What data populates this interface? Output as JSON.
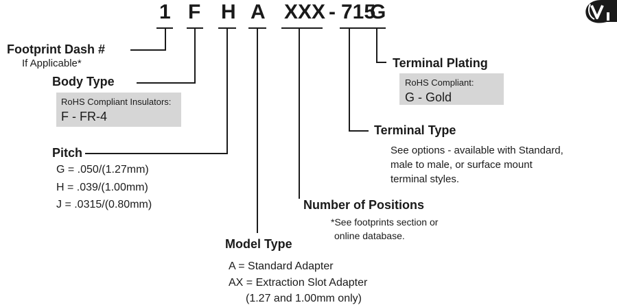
{
  "code": {
    "parts": [
      "1",
      "F",
      "H",
      "A",
      "XXX",
      "-",
      "715",
      "G"
    ]
  },
  "footprint": {
    "title": "Footprint Dash #",
    "note": "If Applicable*"
  },
  "body_type": {
    "title": "Body Type",
    "box_caption": "RoHS Compliant Insulators:",
    "box_value": "F - FR-4"
  },
  "pitch": {
    "title": "Pitch",
    "options": [
      "G = .050/(1.27mm)",
      "H = .039/(1.00mm)",
      "J = .0315/(0.80mm)"
    ]
  },
  "model_type": {
    "title": "Model Type",
    "options": [
      "A = Standard Adapter",
      "AX = Extraction Slot Adapter",
      "(1.27 and 1.00mm only)"
    ]
  },
  "positions": {
    "title": "Number of Positions",
    "notes": [
      "*See footprints section or",
      "online database."
    ]
  },
  "terminal_type": {
    "title": "Terminal Type",
    "notes": [
      "See options - available with Standard,",
      "male to male, or surface mount",
      "terminal styles."
    ]
  },
  "terminal_plating": {
    "title": "Terminal Plating",
    "box_caption": "RoHS Compliant:",
    "box_value": "G - Gold"
  },
  "colors": {
    "line": "#1a1a1a",
    "box": "#d6d6d6"
  },
  "logo": {
    "icon": "company-logo-icon"
  }
}
